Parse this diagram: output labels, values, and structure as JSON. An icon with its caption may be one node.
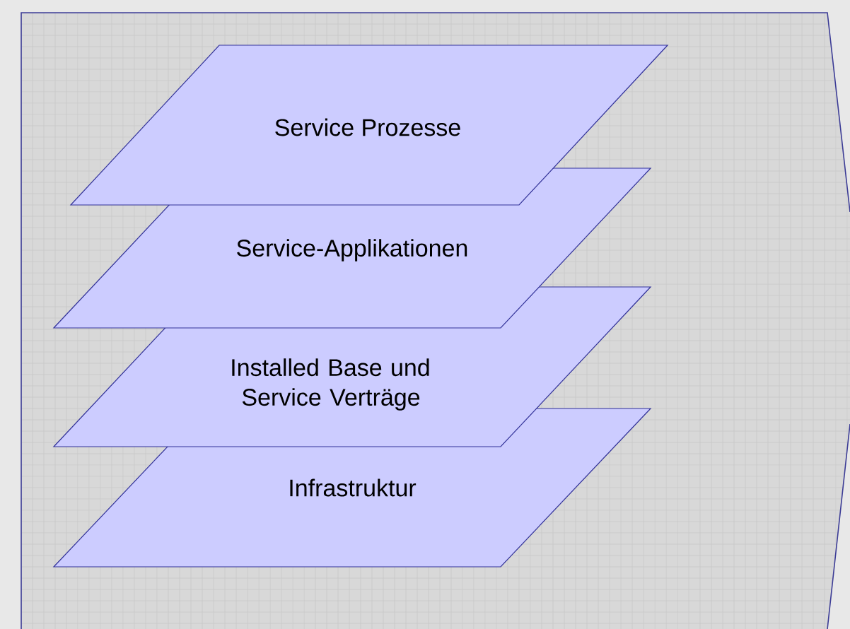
{
  "diagram": {
    "nodes": [
      {
        "text": [
          "Service Prozesse"
        ]
      },
      {
        "text": [
          "Service-Applikationen"
        ]
      },
      {
        "text": [
          "Installed Base und Service Verträge"
        ]
      },
      {
        "text": [
          "Infrastruktur"
        ]
      }
    ]
  }
}
